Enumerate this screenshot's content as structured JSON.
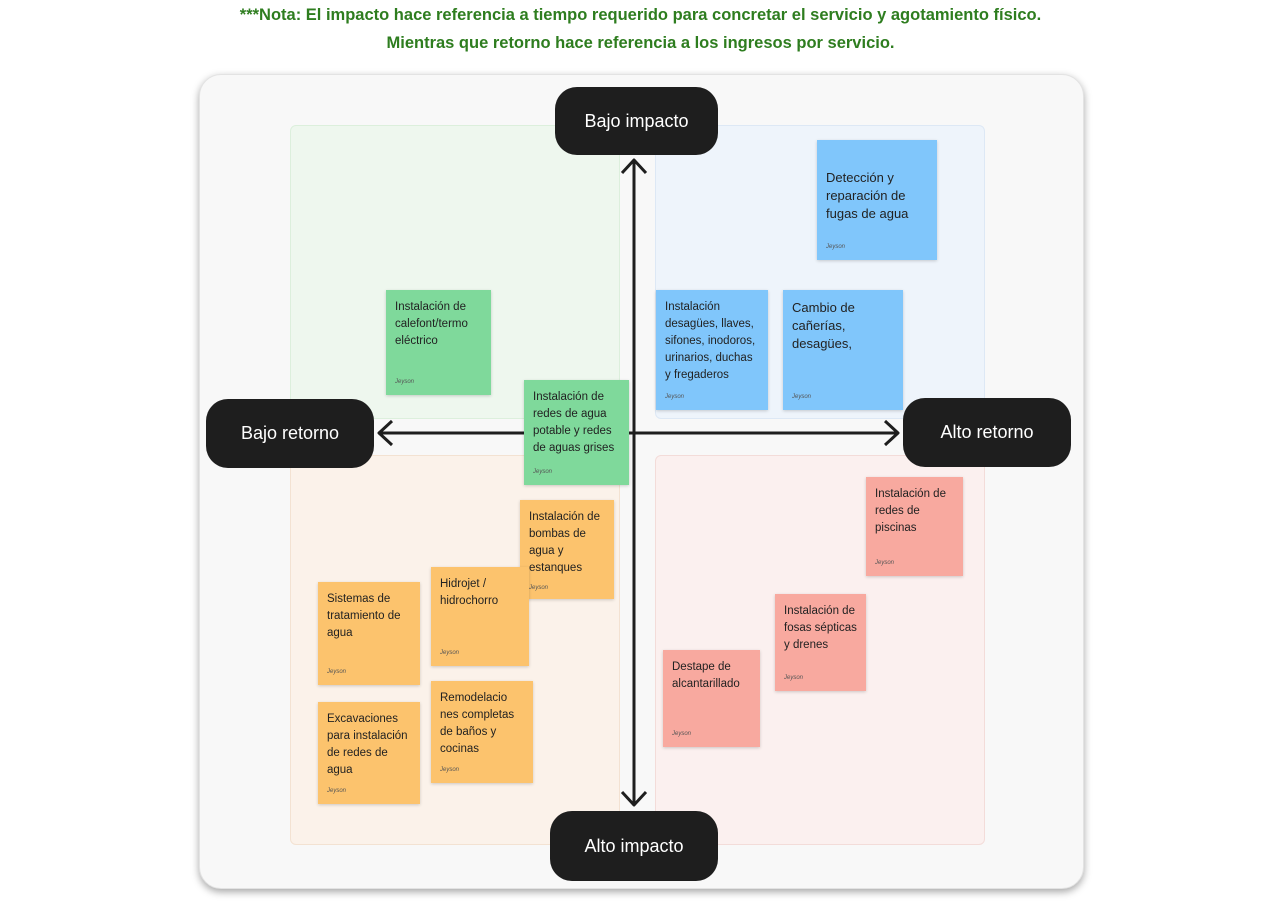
{
  "note": {
    "line1": "***Nota: El impacto hace referencia a tiempo requerido para concretar el servicio y agotamiento físico.",
    "line2": "Mientras que retorno hace referencia a los ingresos por servicio."
  },
  "axes": {
    "top": "Bajo impacto",
    "bottom": "Alto impacto",
    "left": "Bajo retorno",
    "right": "Alto retorno"
  },
  "colors": {
    "green": "#7fd99b",
    "blue": "#80c6fb",
    "orange": "#fcc36d",
    "pink": "#f8a99f",
    "pill": "#1e1e1e",
    "note": "#2e7d1f"
  },
  "stickies": [
    {
      "text": "Detección y\nreparación de\nfugas de agua",
      "author": "Jeyson",
      "color": "blue"
    },
    {
      "text": "Instalación de\ncalefont/termo\neléctrico",
      "author": "Jeyson",
      "color": "green"
    },
    {
      "text": "Instalación\ndesagües, llaves,\nsifones, inodoros,\nurinarios, duchas\ny fregaderos",
      "author": "Jeyson",
      "color": "blue"
    },
    {
      "text": "Cambio de\ncañerías,\ndesagües,",
      "author": "Jeyson",
      "color": "blue"
    },
    {
      "text": "Instalación de\nredes de agua\npotable y redes\nde aguas grises",
      "author": "Jeyson",
      "color": "green"
    },
    {
      "text": "Instalación de\nbombas de\nagua y\nestanques",
      "author": "Jeyson",
      "color": "orange"
    },
    {
      "text": "Hidrojet /\nhidrochorro",
      "author": "Jeyson",
      "color": "orange"
    },
    {
      "text": "Sistemas de\ntratamiento de\nagua",
      "author": "Jeyson",
      "color": "orange"
    },
    {
      "text": "Remodelacio\nnes completas\nde baños y\ncocinas",
      "author": "Jeyson",
      "color": "orange"
    },
    {
      "text": "Excavaciones\npara instalación\nde redes de\nagua",
      "author": "Jeyson",
      "color": "orange"
    },
    {
      "text": "Instalación de\nredes de\npiscinas",
      "author": "Jeyson",
      "color": "pink"
    },
    {
      "text": "Instalación de\nfosas sépticas\ny drenes",
      "author": "Jeyson",
      "color": "pink"
    },
    {
      "text": "Destape de\nalcantarillado",
      "author": "Jeyson",
      "color": "pink"
    }
  ]
}
